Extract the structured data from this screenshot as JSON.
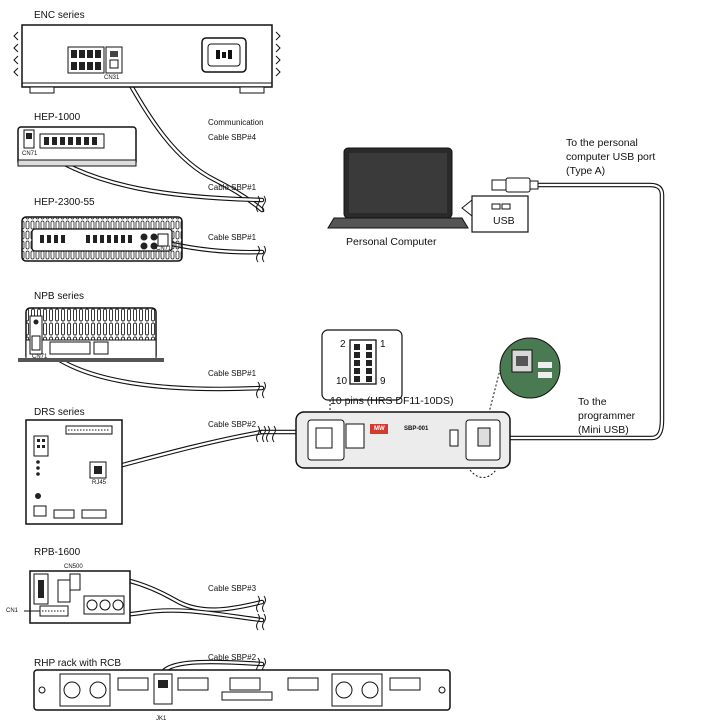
{
  "devices": {
    "enc": {
      "title": "ENC series",
      "port": "CN31"
    },
    "hep1000": {
      "title": "HEP-1000",
      "port": "CN71"
    },
    "hep2300": {
      "title": "HEP-2300-55",
      "port": "CN71"
    },
    "npb": {
      "title": "NPB series",
      "port": "CN71"
    },
    "drs": {
      "title": "DRS series",
      "port": "RJ45"
    },
    "rpb": {
      "title": "RPB-1600",
      "port_top": "CN500",
      "port_left": "CN1"
    },
    "rhp": {
      "title": "RHP rack with RCB",
      "port": "JK1"
    }
  },
  "cables": {
    "comm_line1": "Communication",
    "comm_line2": "Cable SBP#4",
    "hep1000": "Cable SBP#1",
    "hep2300": "Cable SBP#1",
    "npb": "Cable SBP#1",
    "drs": "Cable SBP#2",
    "rpb": "Cable SBP#3",
    "rhp": "Cable SBP#2"
  },
  "computer": {
    "label": "Personal Computer",
    "usb_label": "USB"
  },
  "pc_port": {
    "line1": "To the personal",
    "line2": "computer USB port",
    "line3": "(Type A)"
  },
  "programmer_port": {
    "line1": "To the",
    "line2": "programmer",
    "line3": "(Mini USB)"
  },
  "connector": {
    "pin2": "2",
    "pin1": "1",
    "pin10": "10",
    "pin9": "9",
    "caption": "10 pins (HRS DF11-10DS)"
  },
  "programmer": {
    "brand": "MW",
    "model": "SBP-001"
  }
}
